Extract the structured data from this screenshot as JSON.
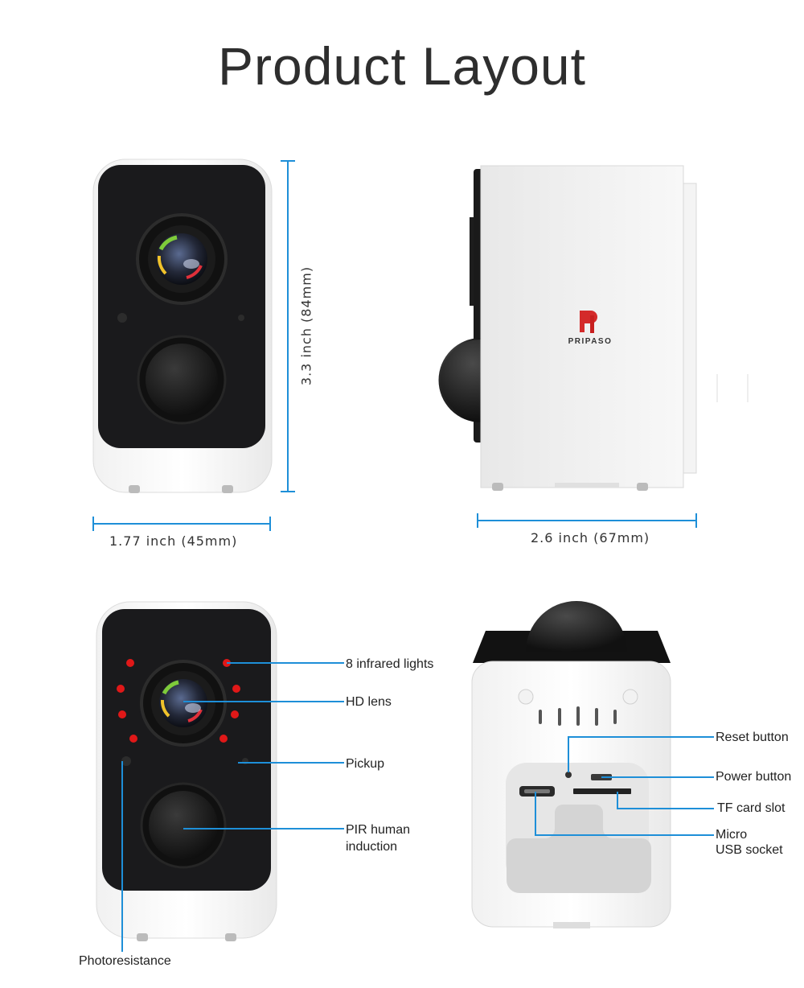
{
  "title": "Product Layout",
  "brand": {
    "logo_mark": "P",
    "logo_text": "PRIPASO"
  },
  "dimensions": {
    "height": "3.3 inch (84mm)",
    "width": "1.77 inch (45mm)",
    "depth": "2.6 inch (67mm)"
  },
  "front_labels": {
    "infrared": "8 infrared lights",
    "lens": "HD lens",
    "pickup": "Pickup",
    "pir_line1": "PIR human",
    "pir_line2": "induction",
    "photoresistance": "Photoresistance"
  },
  "bottom_labels": {
    "reset": "Reset button",
    "power": "Power button",
    "tf": "TF card slot",
    "usb_line1": "Micro",
    "usb_line2": "USB socket"
  },
  "colors": {
    "callout": "#1e8fd8",
    "dimension": "#1e8fd8",
    "ir_led": "#e01818"
  }
}
